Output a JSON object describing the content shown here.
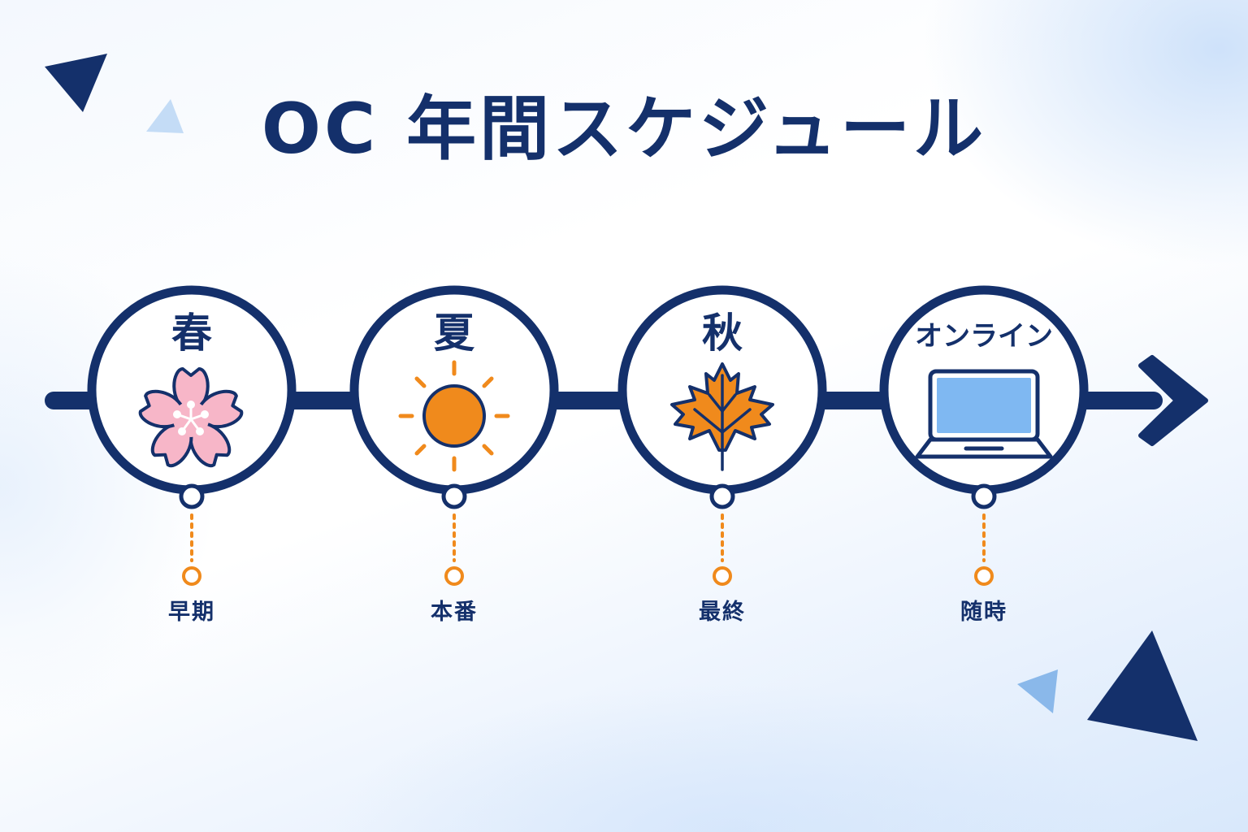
{
  "title": "OC 年間スケジュール",
  "colors": {
    "navy": "#14306b",
    "orange": "#f08a1c",
    "pink": "#f7b6c8",
    "sky": "#7fb8f2",
    "light_triangle": "#c4dcf6"
  },
  "stages": [
    {
      "season": "春",
      "phase": "早期",
      "icon": "sakura-flower-icon"
    },
    {
      "season": "夏",
      "phase": "本番",
      "icon": "sun-icon"
    },
    {
      "season": "秋",
      "phase": "最終",
      "icon": "maple-leaf-icon"
    },
    {
      "season": "オンライン",
      "phase": "随時",
      "icon": "laptop-icon"
    }
  ]
}
